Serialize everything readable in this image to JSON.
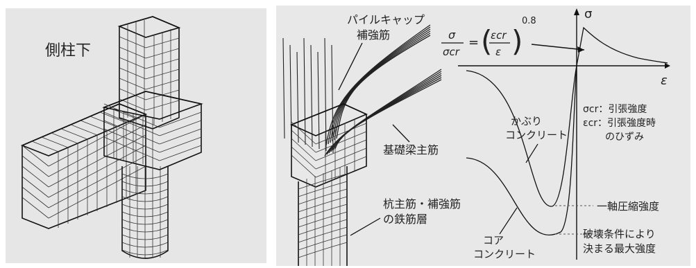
{
  "left_panel": {
    "label": "側柱下"
  },
  "right_panel": {
    "labels": {
      "pile_cap_rebar_line1": "パイルキャップ",
      "pile_cap_rebar_line2": "補強筋",
      "foundation_beam_rebar": "基礎梁主筋",
      "pile_rebar_line1": "杭主筋・補強筋",
      "pile_rebar_line2": "の鉄筋層",
      "cover_concrete_line1": "かぶり",
      "cover_concrete_line2": "コンクリート",
      "core_concrete_line1": "コア",
      "core_concrete_line2": "コンクリート",
      "uniaxial_strength": "一軸圧縮強度",
      "max_strength_line1": "破壊条件により",
      "max_strength_line2": "決まる最大強度",
      "legend_sigma_cr": "σcr：引張強度",
      "legend_eps_cr_line1": "εcr：引張強度時",
      "legend_eps_cr_line2": "のひずみ"
    },
    "equation": {
      "lhs_num": "σ",
      "lhs_den": "σcr",
      "rhs_num": "εcr",
      "rhs_den": "ε",
      "exponent": "0.8"
    },
    "axes": {
      "y_symbol": "σ",
      "x_symbol": "ε"
    }
  }
}
